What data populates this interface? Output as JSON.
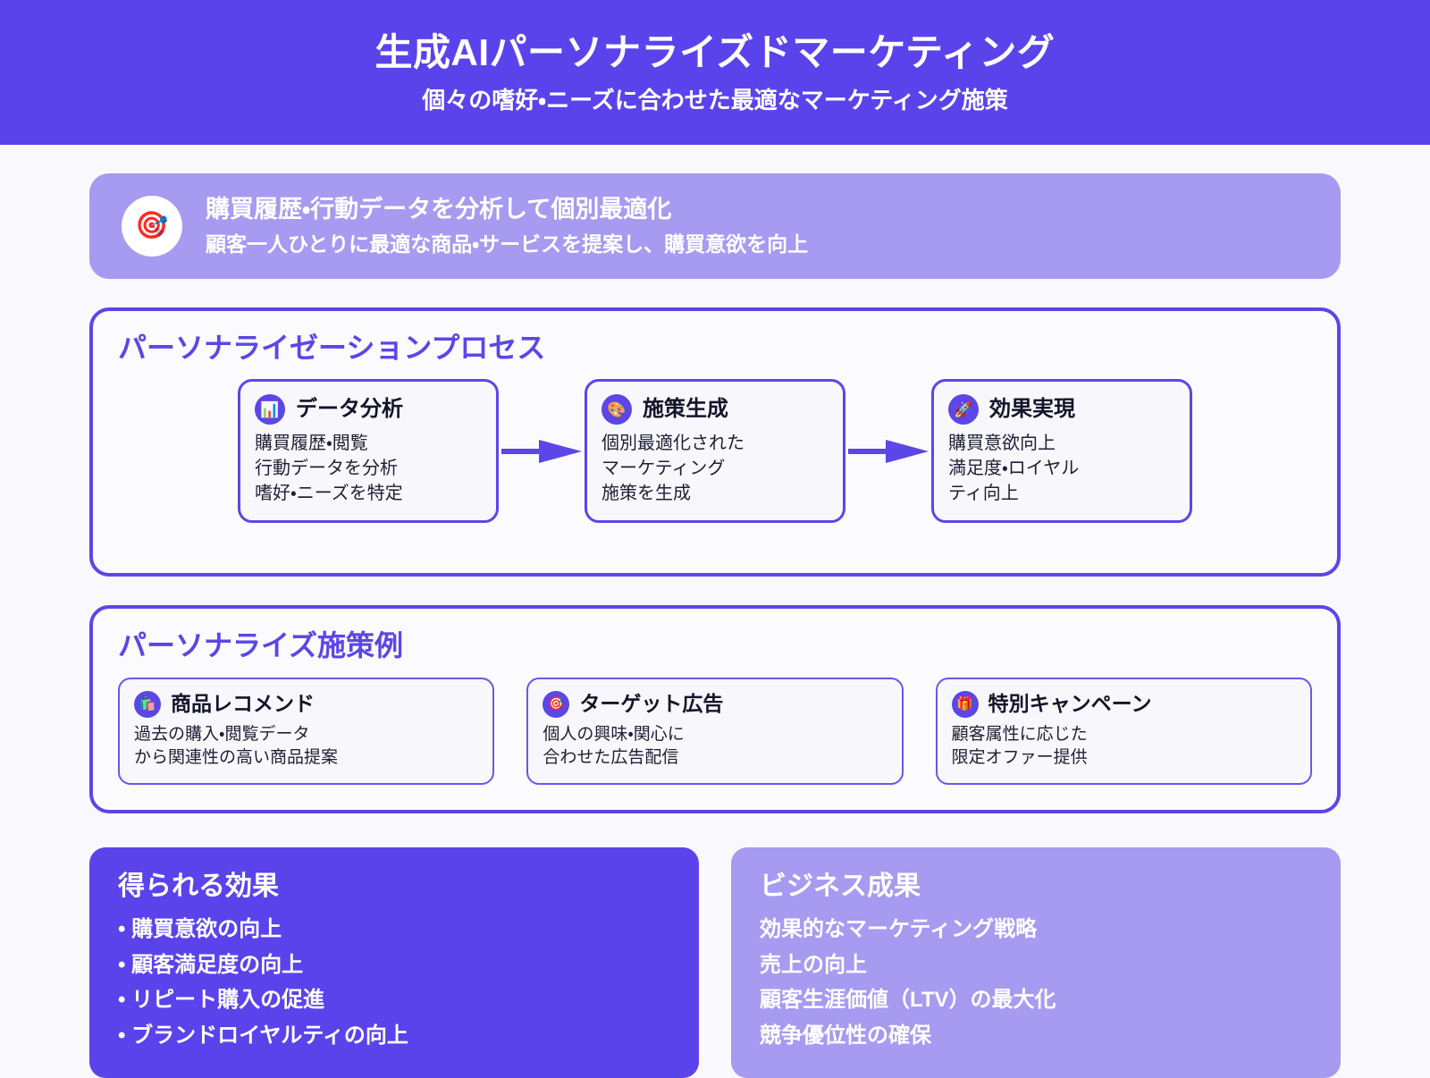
{
  "header": {
    "title": "生成AIパーソナライズドマーケティング",
    "subtitle": "個々の嗜好・ニーズに合わせた最適なマーケティング施策"
  },
  "summary": {
    "icon": "dart-target-emoji",
    "icon_glyph": "🎯",
    "main": "購買履歴・行動データを分析して個別最適化",
    "sub": "顧客一人ひとりに最適な商品・サービスを提案し、購買意欲を向上"
  },
  "process_section": {
    "title": "パーソナライゼーションプロセス",
    "cards": [
      {
        "icon": "bar-chart-emoji",
        "icon_glyph": "📊",
        "title": "データ分析",
        "desc": "購買履歴・閲覧\n行動データを分析\n嗜好・ニーズを特定"
      },
      {
        "icon": "artist-palette-emoji",
        "icon_glyph": "🎨",
        "title": "施策生成",
        "desc": "個別最適化された\nマーケティング\n施策を生成"
      },
      {
        "icon": "rocket-emoji",
        "icon_glyph": "🚀",
        "title": "効果実現",
        "desc": "購買意欲向上\n満足度・ロイヤル\nティ向上"
      }
    ]
  },
  "measure_section": {
    "title": "パーソナライズ施策例",
    "cards": [
      {
        "icon": "shopping-bags-emoji",
        "icon_glyph": "🛍️",
        "title": "商品レコメンド",
        "desc": "過去の購入・閲覧データ\nから関連性の高い商品提案"
      },
      {
        "icon": "dart-target-emoji",
        "icon_glyph": "🎯",
        "title": "ターゲット広告",
        "desc": "個人の興味・関心に\n合わせた広告配信"
      },
      {
        "icon": "gift-emoji",
        "icon_glyph": "🎁",
        "title": "特別キャンペーン",
        "desc": "顧客属性に応じた\n限定オファー提供"
      }
    ]
  },
  "outcomes": {
    "benefits": {
      "title": "得られる効果",
      "items": [
        "購買意欲の向上",
        "顧客満足度の向上",
        "リピート購入の促進",
        "ブランドロイヤルティの向上"
      ]
    },
    "business": {
      "title": "ビジネス成果",
      "items": [
        "効果的なマーケティング戦略",
        "売上の向上",
        "顧客生涯価値（LTV）の最大化",
        "競争優位性の確保"
      ]
    }
  },
  "colors": {
    "brand_purple": "#5b43ec",
    "outline_purple": "#5b46e8",
    "light_purple": "#a69bf0",
    "page_background": "#f9f9fd",
    "card_background": "#f8f8fc"
  }
}
